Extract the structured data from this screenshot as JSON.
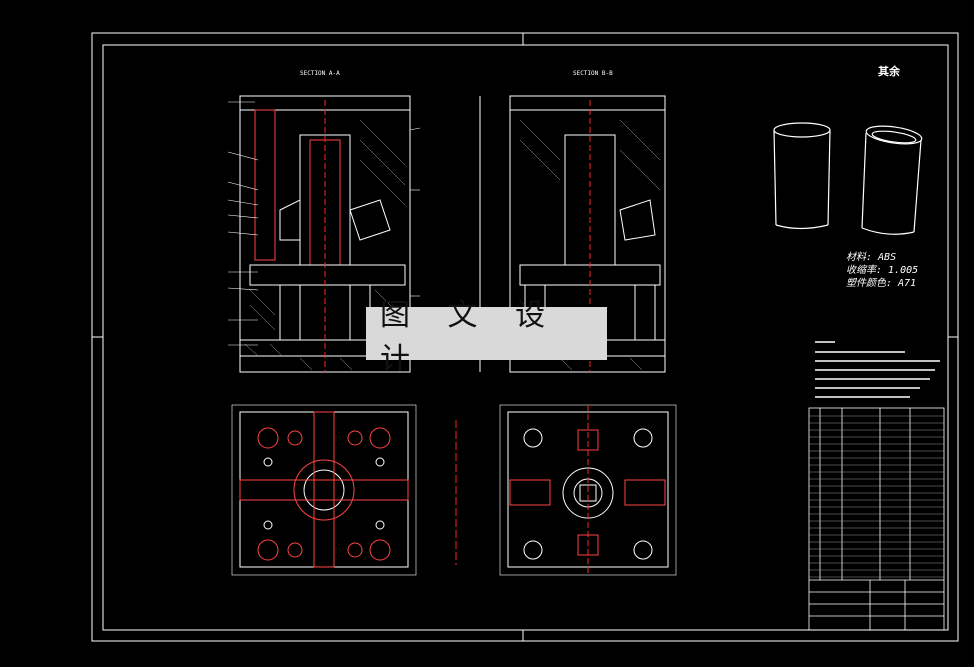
{
  "watermark": {
    "text": "图 文 设 计"
  },
  "roughness_note": "其余",
  "material_note": [
    "材料: ABS",
    "收缩率: 1.005",
    "塑件颜色: A71"
  ],
  "section_labels": [
    "SECTION A-A",
    "SECTION B-B"
  ],
  "colors": {
    "background": "#000000",
    "lines": "#ffffff",
    "accent": "#ff0000",
    "watermark_bg": "#d9d9d9"
  }
}
